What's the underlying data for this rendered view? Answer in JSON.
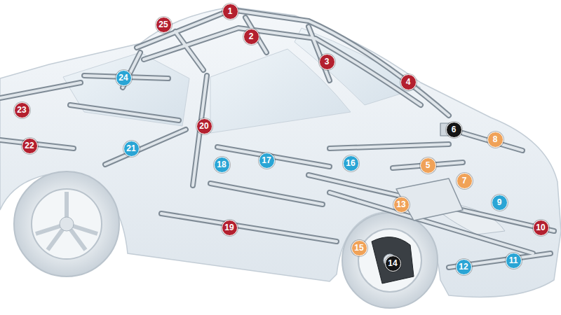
{
  "diagram": {
    "nodes": [
      {
        "text": [
          "1"
        ]
      },
      {
        "text": [
          "2"
        ]
      },
      {
        "text": [
          "3"
        ]
      },
      {
        "text": [
          "4"
        ]
      },
      {
        "text": [
          "5"
        ]
      },
      {
        "text": [
          "6"
        ]
      },
      {
        "text": [
          "7"
        ]
      },
      {
        "text": [
          "8"
        ]
      },
      {
        "text": [
          "9"
        ]
      },
      {
        "text": [
          "10"
        ]
      },
      {
        "text": [
          "11"
        ]
      },
      {
        "text": [
          "12"
        ]
      },
      {
        "text": [
          "13"
        ]
      },
      {
        "text": [
          "14"
        ]
      },
      {
        "text": [
          "15"
        ]
      },
      {
        "text": [
          "16"
        ]
      },
      {
        "text": [
          "17"
        ]
      },
      {
        "text": [
          "18"
        ]
      },
      {
        "text": [
          "19"
        ]
      },
      {
        "text": [
          "20"
        ]
      },
      {
        "text": [
          "21"
        ]
      },
      {
        "text": [
          "22"
        ]
      },
      {
        "text": [
          "23"
        ]
      },
      {
        "text": [
          "24"
        ]
      },
      {
        "text": [
          "25"
        ]
      }
    ]
  }
}
